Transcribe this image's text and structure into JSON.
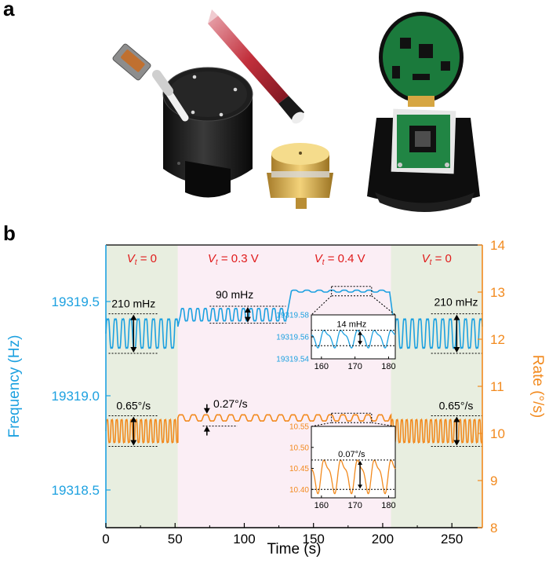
{
  "panel_a": {
    "label": "a"
  },
  "panel_b": {
    "label": "b"
  },
  "colors": {
    "frequency": "#1da1e0",
    "rate": "#f28a1e",
    "zone_green": "#e8eee0",
    "zone_pink": "#fbeef5",
    "zone_label": "#e01b1b"
  },
  "photo_items": [
    "connector-cable-icon",
    "gyro-housing-icon",
    "pen-icon",
    "resonator-package-icon",
    "circuit-board-icon"
  ],
  "chart_data": {
    "type": "line",
    "xlabel": "Time (s)",
    "ylabel_left": "Frequency (Hz)",
    "ylabel_right": "Rate (°/s)",
    "xlim": [
      0,
      272
    ],
    "ylim_left": [
      19318.3,
      19319.8
    ],
    "ylim_right": [
      8,
      14
    ],
    "x_ticks": [
      "0",
      "50",
      "100",
      "150",
      "200",
      "250"
    ],
    "y_left_ticks": [
      "19318.5",
      "19319.0",
      "19319.5"
    ],
    "y_right_ticks": [
      "8",
      "9",
      "10",
      "11",
      "12",
      "13",
      "14"
    ],
    "zones": [
      {
        "label": "V_t = 0",
        "sub": "t",
        "pre": "V",
        "post": " = 0",
        "x0": 0,
        "x1": 52,
        "color": "green"
      },
      {
        "label": "V_t = 0.3 V",
        "sub": "t",
        "pre": "V",
        "post": " = 0.3 V",
        "x0": 52,
        "x1": 132,
        "color": "pink"
      },
      {
        "label": "V_t = 0.4 V",
        "sub": "t",
        "pre": "V",
        "post": " = 0.4 V",
        "x0": 132,
        "x1": 206,
        "color": "pink"
      },
      {
        "label": "V_t = 0",
        "sub": "t",
        "pre": "V",
        "post": " = 0",
        "x0": 206,
        "x1": 272,
        "color": "green"
      }
    ],
    "series": [
      {
        "name": "Frequency",
        "axis": "left",
        "segments": [
          {
            "x0": 0,
            "x1": 52,
            "mean": 19319.33,
            "amp": 0.105,
            "period": 5.5
          },
          {
            "x0": 54,
            "x1": 130,
            "mean": 19319.43,
            "amp": 0.045,
            "period": 5.5
          },
          {
            "x0": 134,
            "x1": 205,
            "mean": 19319.555,
            "amp": 0.007,
            "period": 9
          },
          {
            "x0": 209,
            "x1": 272,
            "mean": 19319.33,
            "amp": 0.105,
            "period": 5.5
          }
        ]
      },
      {
        "name": "Rate",
        "axis": "right",
        "segments": [
          {
            "x0": 0,
            "x1": 52,
            "mean": 10.05,
            "amp": 0.325,
            "period": 3.5
          },
          {
            "x0": 52,
            "x1": 206,
            "mean": 10.33,
            "amp": 0.09,
            "period": 9
          },
          {
            "x0": 206,
            "x1": 272,
            "mean": 10.05,
            "amp": 0.325,
            "period": 3.5
          }
        ]
      }
    ],
    "annotations": {
      "freq_0": "210 mHz",
      "freq_03": "90 mHz",
      "freq_0b": "210 mHz",
      "rate_0": "0.65°/s",
      "rate_03": "0.27°/s",
      "rate_0b": "0.65°/s"
    },
    "insets": [
      {
        "name": "frequency-inset",
        "axis_label_color": "frequency",
        "xlim": [
          157,
          182
        ],
        "ylim": [
          19319.54,
          19319.58
        ],
        "x_ticks": [
          "160",
          "170",
          "180"
        ],
        "y_ticks": [
          "19319.54",
          "19319.56",
          "19319.58"
        ],
        "annotation": "14 mHz",
        "mean": 19319.559,
        "amp": 0.007,
        "period": 5
      },
      {
        "name": "rate-inset",
        "axis_label_color": "rate",
        "xlim": [
          157,
          182
        ],
        "ylim": [
          10.38,
          10.55
        ],
        "x_ticks": [
          "160",
          "170",
          "180"
        ],
        "y_ticks": [
          "10.40",
          "10.45",
          "10.50",
          "10.55"
        ],
        "annotation": "0.07°/s",
        "mean": 10.435,
        "amp": 0.035,
        "period": 5
      }
    ]
  }
}
